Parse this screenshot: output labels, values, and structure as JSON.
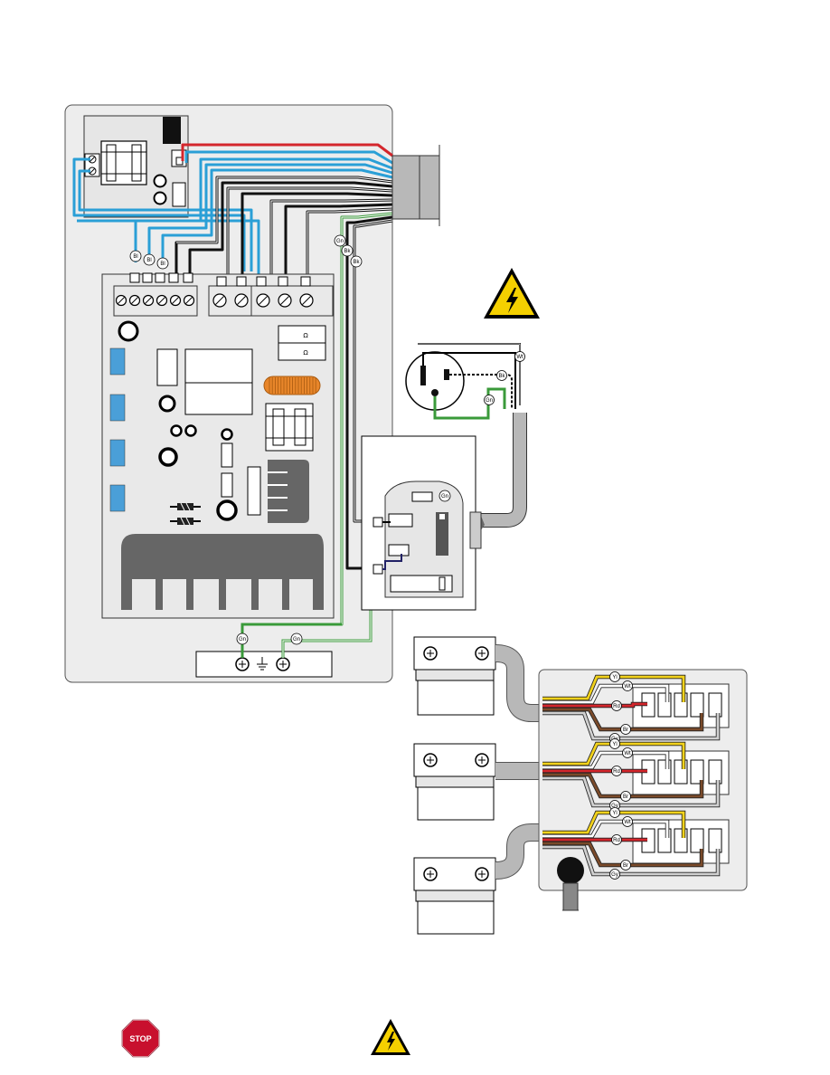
{
  "tags": {
    "bl": "Bl",
    "gn": "Gn",
    "bk": "Bk",
    "wt": "Wt",
    "yl": "Yl",
    "rd": "Rd",
    "br": "Br",
    "gy": "Gy"
  },
  "ohm_symbol": "Ω",
  "stop_sign_text": "STOP",
  "icons": [
    "high-voltage-warning-icon",
    "stop-sign-icon",
    "ground-symbol-icon"
  ],
  "colors": {
    "blue_wire": "#2a9fd6",
    "red_wire": "#d4262c",
    "green_wire": "#3a9a3a",
    "yellow_wire": "#f2d21b",
    "brown_wire": "#7a4a2a",
    "gray_cable": "#b8b8b8",
    "warning_yellow": "#f5d000",
    "stop_red": "#c8102e",
    "coil_orange": "#e8862a",
    "chip_blue": "#4a9fd8"
  }
}
